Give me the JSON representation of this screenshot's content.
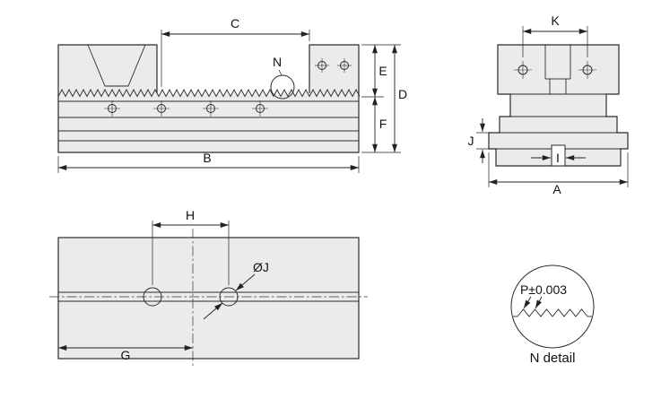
{
  "drawing": {
    "colors": {
      "part_fill": "#ebebeb",
      "line": "#2b2b2b",
      "background": "#ffffff"
    },
    "side_view": {
      "dim_c": "C",
      "callout_n": "N",
      "dim_e": "E",
      "dim_d": "D",
      "dim_f": "F",
      "dim_b": "B"
    },
    "end_view": {
      "dim_k": "K",
      "dim_j": "J",
      "dim_i": "I",
      "dim_a": "A"
    },
    "plan_view": {
      "dim_h": "H",
      "hole_diameter": "ØJ",
      "dim_g": "G"
    },
    "detail_view": {
      "pitch": "P±0.003",
      "caption": "N detail"
    }
  }
}
